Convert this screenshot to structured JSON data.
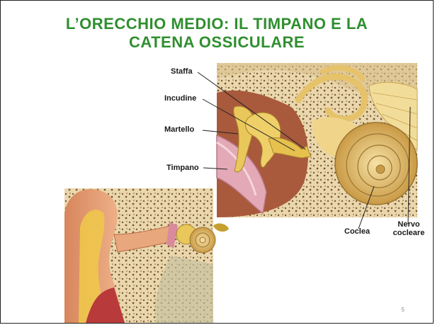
{
  "slide": {
    "title_line1": "L’ORECCHIO MEDIO: IL TIMPANO E LA",
    "title_line2": "CATENA OSSICULARE",
    "page_number": "5"
  },
  "labels": {
    "staffa": "Staffa",
    "incudine": "Incudine",
    "martello": "Martello",
    "timpano": "Timpano",
    "coclea": "Coclea",
    "nervo_line1": "Nervo",
    "nervo_line2": "cocleare"
  },
  "colors": {
    "title": "#2f8f2f",
    "bone_bg": "#e8d3a6",
    "bone_spots": "#8a6a3a",
    "ossicle": "#e9c75a",
    "cochlea": "#e6c36b",
    "cavity": "#a9593c",
    "eardrum": "#d9a7b3",
    "skin": "#e9a77d"
  }
}
